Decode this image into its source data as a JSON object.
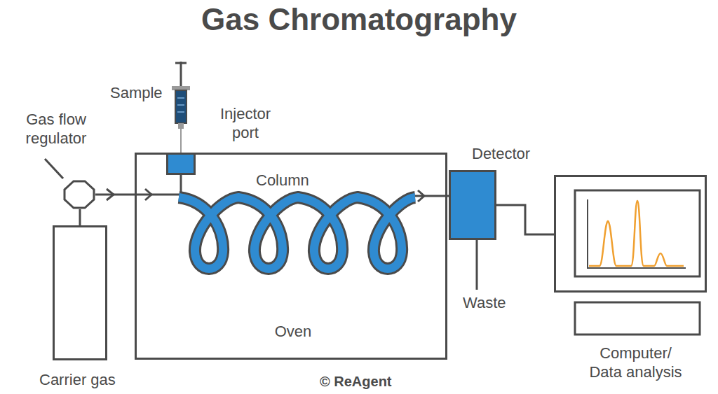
{
  "diagram": {
    "title": "Gas Chromatography",
    "nodes": [
      {
        "text": [
          "Gas flow regulator"
        ]
      },
      {
        "text": [
          "Injector port"
        ]
      },
      {
        "text": [
          "Oven"
        ]
      },
      {
        "text": [
          "Detector"
        ]
      },
      {
        "text": [
          "Carrier gas"
        ]
      },
      {
        "text": [
          "Computer/ Data analysis"
        ]
      }
    ],
    "edges": [
      {
        "from": 4,
        "to": 0,
        "arrow": "none"
      },
      {
        "from": 0,
        "to": 2,
        "arrow": "to"
      },
      {
        "from": 3,
        "to": 5,
        "arrow": "none"
      }
    ],
    "labels": [
      "Sample",
      "Column",
      "Waste",
      "© ReAgent"
    ]
  }
}
